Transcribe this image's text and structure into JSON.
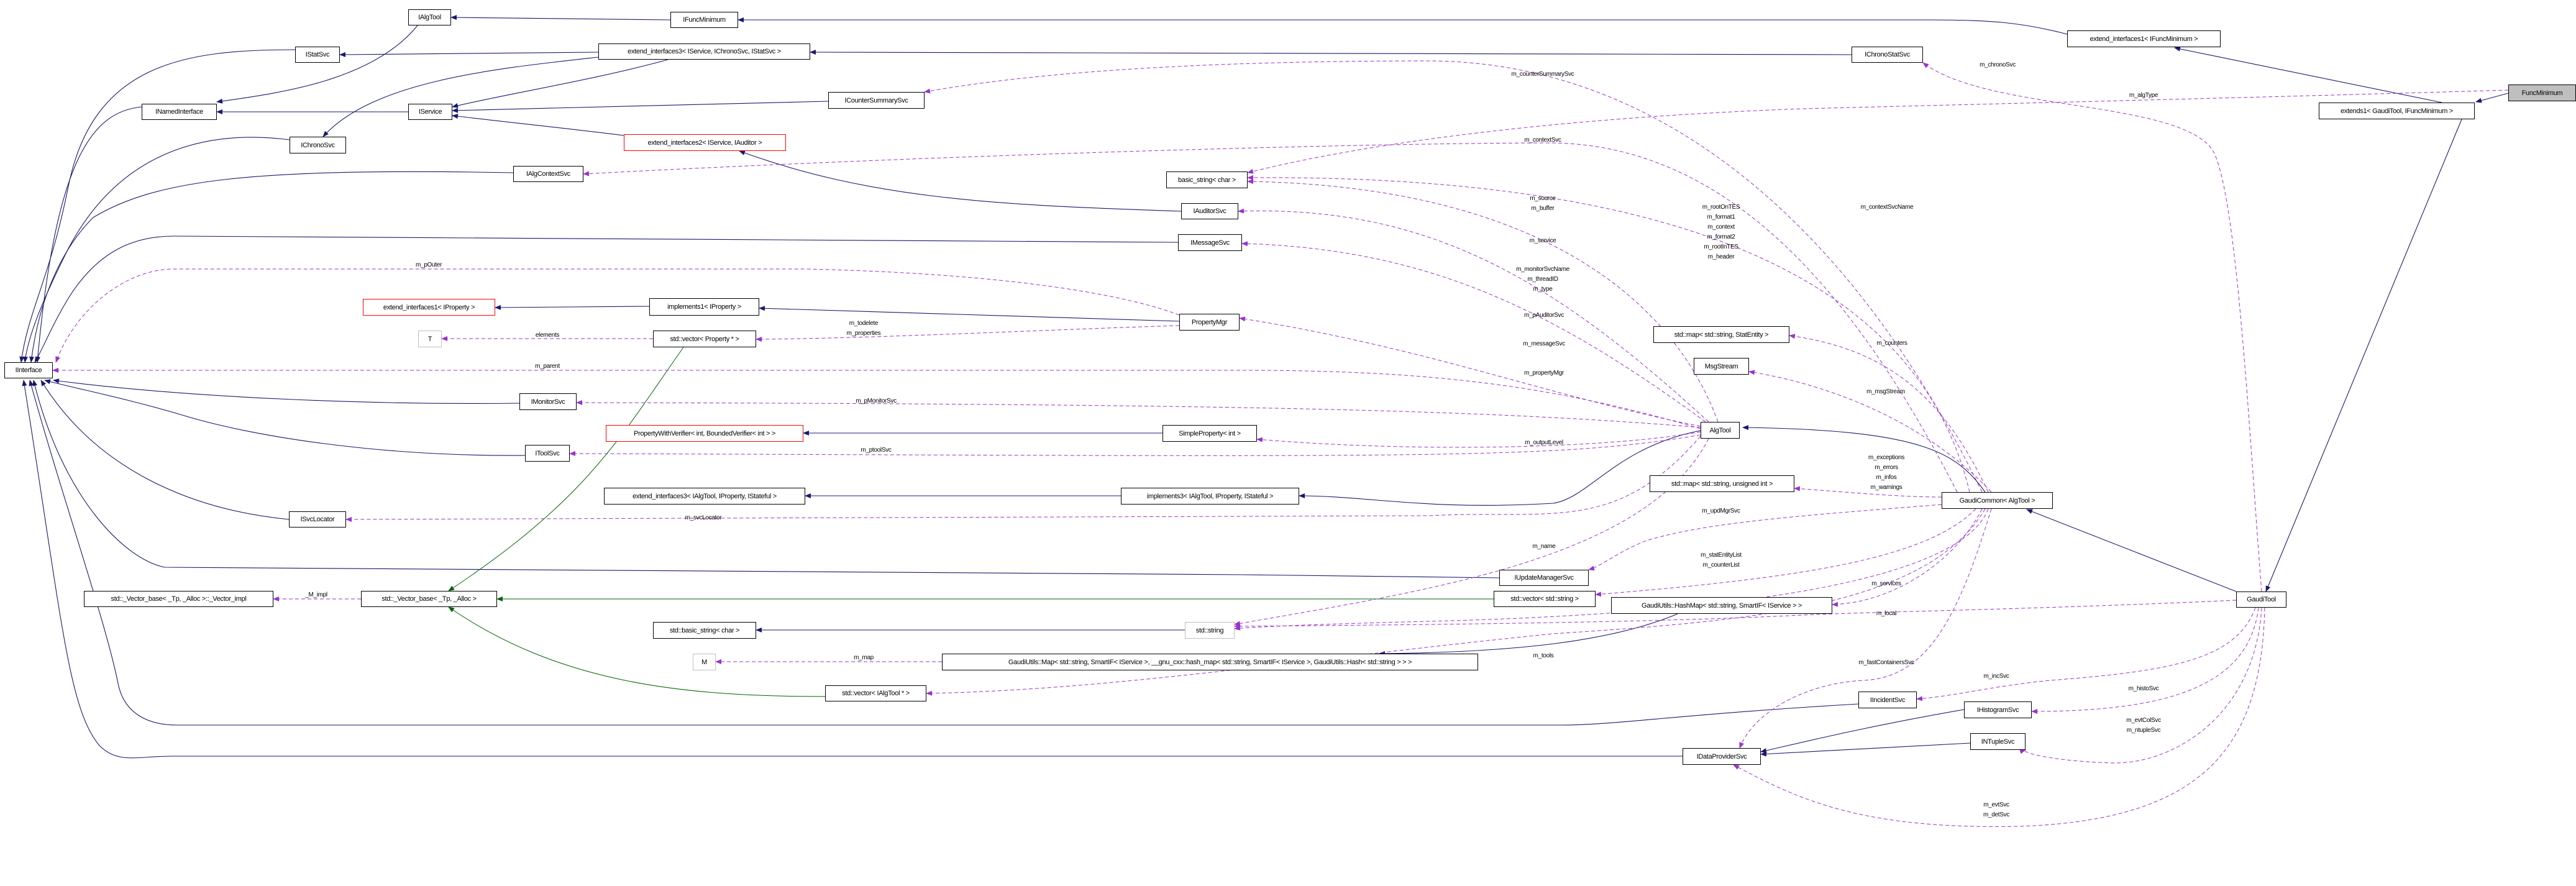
{
  "colors": {
    "inheritance": "#191970",
    "usage": "#9a32cd",
    "template": "#006400",
    "undocumented_border": "#ff0000",
    "external_border": "#bfbfbf",
    "focus_fill": "#bfbfbf"
  },
  "nodes": [
    {
      "label": "IAlgTool"
    },
    {
      "label": "IFuncMinimum"
    },
    {
      "label": "extend_interfaces1< IFuncMinimum >"
    },
    {
      "label": "IStatSvc"
    },
    {
      "label": "extend_interfaces3< IService, IChronoSvc, IStatSvc >"
    },
    {
      "label": "IChronoStatSvc"
    },
    {
      "label": "FuncMinimum"
    },
    {
      "label": "extends1< GaudiTool, IFuncMinimum >"
    },
    {
      "label": "ICounterSummarySvc"
    },
    {
      "label": "INamedInterface"
    },
    {
      "label": "IService"
    },
    {
      "label": "IChronoSvc"
    },
    {
      "label": "extend_interfaces2< IService, IAuditor >"
    },
    {
      "label": "IAlgContextSvc"
    },
    {
      "label": "basic_string< char >"
    },
    {
      "label": "IAuditorSvc"
    },
    {
      "label": "IMessageSvc"
    },
    {
      "label": "extend_interfaces1< IProperty >"
    },
    {
      "label": "implements1< IProperty >"
    },
    {
      "label": "PropertyMgr"
    },
    {
      "label": "std::map< std::string, StatEntity >"
    },
    {
      "label": "T"
    },
    {
      "label": "std::vector< Property * >"
    },
    {
      "label": "MsgStream"
    },
    {
      "label": "IInterface"
    },
    {
      "label": "IMonitorSvc"
    },
    {
      "label": "AlgTool"
    },
    {
      "label": "PropertyWithVerifier< int, BoundedVerifier< int > >"
    },
    {
      "label": "SimpleProperty< int >"
    },
    {
      "label": "IToolSvc"
    },
    {
      "label": "std::map< std::string, unsigned int >"
    },
    {
      "label": "extend_interfaces3< IAlgTool, IProperty, IStateful >"
    },
    {
      "label": "implements3< IAlgTool, IProperty, IStateful >"
    },
    {
      "label": "GaudiCommon< AlgTool >"
    },
    {
      "label": "ISvcLocator"
    },
    {
      "label": "IUpdateManagerSvc"
    },
    {
      "label": "std::_Vector_base< _Tp, _Alloc >::_Vector_impl"
    },
    {
      "label": "std::_Vector_base< _Tp, _Alloc >"
    },
    {
      "label": "std::vector< std::string >"
    },
    {
      "label": "GaudiTool"
    },
    {
      "label": "GaudiUtils::HashMap< std::string, SmartIF< IService > >"
    },
    {
      "label": "std::basic_string< char >"
    },
    {
      "label": "std::string"
    },
    {
      "label": "M"
    },
    {
      "label": "GaudiUtils::Map< std::string, SmartIF< IService >, __gnu_cxx::hash_map< std::string, SmartIF< IService >, GaudiUtils::Hash< std::string > > >"
    },
    {
      "label": "std::vector< IAlgTool * >"
    },
    {
      "label": "IIncidentSvc"
    },
    {
      "label": "IHistogramSvc"
    },
    {
      "label": "INTupleSvc"
    },
    {
      "label": "IDataProviderSvc"
    }
  ],
  "edge_labels": [
    "m_counterSummarySvc",
    "m_chronoSvc",
    "m_algType",
    "m_contextSvc",
    "m_source",
    "m_buffer",
    "m_rootOnTES",
    "m_format1",
    "m_context",
    "m_format2",
    "m_rootInTES",
    "m_header",
    "m_contextSvcName",
    "m_service",
    "m_monitorSvcName",
    "m_threadID",
    "m_type",
    "m_pOuter",
    "m_todelete",
    "m_properties",
    "elements",
    "m_pAuditorSvc",
    "m_messageSvc",
    "m_propertyMgr",
    "m_parent",
    "m_pMonitorSvc",
    "m_outputLevel",
    "m_ptoolSvc",
    "m_counters",
    "m_msgStream",
    "m_exceptions",
    "m_errors",
    "m_infos",
    "m_warnings",
    "m_svcLocator",
    "m_updMgrSvc",
    "m_name",
    "m_statEntityList",
    "m_counterList",
    "m_services",
    "m_local",
    "_M_impl",
    "m_map",
    "m_tools",
    "m_fastContainersSvc",
    "m_incSvc",
    "m_histoSvc",
    "m_evtColSvc",
    "m_ntupleSvc",
    "m_evtSvc",
    "m_detSvc"
  ]
}
